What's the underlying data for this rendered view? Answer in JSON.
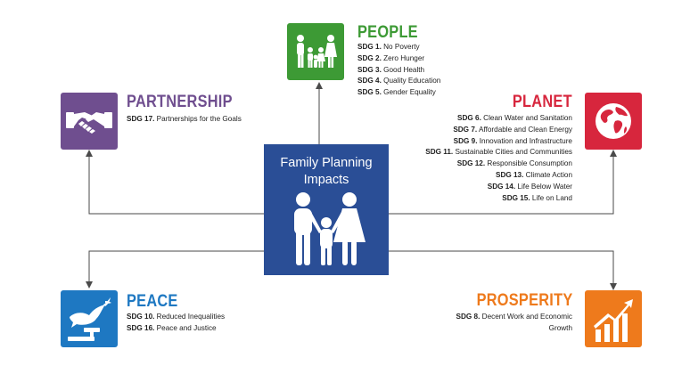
{
  "center": {
    "title_line1": "Family Planning",
    "title_line2": "Impacts",
    "icon": "family-icon"
  },
  "people": {
    "title": "PEOPLE",
    "color": "#3d9a35",
    "icon": "people-icon",
    "items": [
      {
        "code": "SDG 1.",
        "text": " No Poverty"
      },
      {
        "code": "SDG 2.",
        "text": " Zero Hunger"
      },
      {
        "code": "SDG 3.",
        "text": " Good Health"
      },
      {
        "code": "SDG 4.",
        "text": " Quality Education"
      },
      {
        "code": "SDG 5.",
        "text": " Gender Equality"
      }
    ]
  },
  "partnership": {
    "title": "PARTNERSHIP",
    "color": "#6f4e8f",
    "icon": "handshake-icon",
    "items": [
      {
        "code": "SDG 17.",
        "text": " Partnerships for the Goals"
      }
    ]
  },
  "planet": {
    "title": "PLANET",
    "color": "#d7263d",
    "icon": "globe-icon",
    "items": [
      {
        "code": "SDG 6.",
        "text": " Clean Water and Sanitation"
      },
      {
        "code": "SDG 7.",
        "text": " Affordable and Clean Energy"
      },
      {
        "code": "SDG 9.",
        "text": " Innovation and Infrastructure"
      },
      {
        "code": "SDG 11.",
        "text": " Sustainable Cities and Communities"
      },
      {
        "code": "SDG 12.",
        "text": " Responsible Consumption"
      },
      {
        "code": "SDG 13.",
        "text": " Climate Action"
      },
      {
        "code": "SDG 14.",
        "text": " Life Below Water"
      },
      {
        "code": "SDG 15.",
        "text": " Life on Land"
      }
    ]
  },
  "peace": {
    "title": "PEACE",
    "color": "#1e78c2",
    "icon": "dove-gavel-icon",
    "items": [
      {
        "code": "SDG 10.",
        "text": " Reduced Inequalities"
      },
      {
        "code": "SDG 16.",
        "text": " Peace and Justice"
      }
    ]
  },
  "prosperity": {
    "title": "PROSPERITY",
    "color": "#ee7a1c",
    "icon": "growth-chart-icon",
    "items": [
      {
        "code": "SDG 8.",
        "text": " Decent Work and Economic"
      },
      {
        "code": "",
        "text": "Growth"
      }
    ]
  }
}
